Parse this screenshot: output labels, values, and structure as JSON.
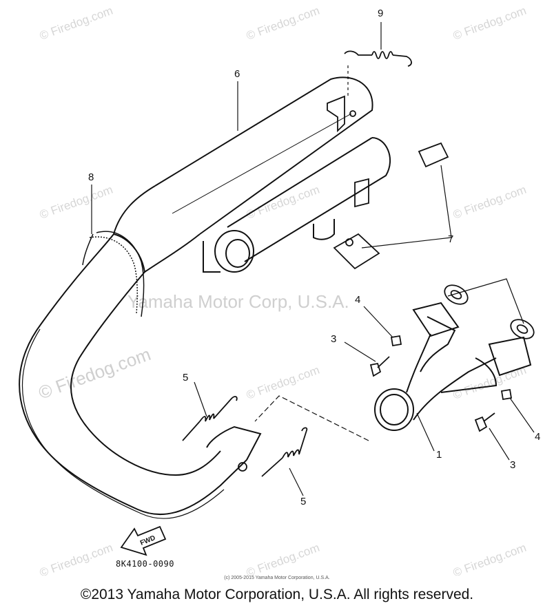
{
  "diagram": {
    "callouts": {
      "p1": "1",
      "p3a": "3",
      "p3b": "3",
      "p4a": "4",
      "p4b": "4",
      "p5a": "5",
      "p5b": "5",
      "p6": "6",
      "p7": "7",
      "p8": "8",
      "p9": "9"
    },
    "part_code": "8K4100-0090",
    "fwd_label": "FWD",
    "watermark": "© Firedog.com",
    "center_watermark": "Yamaha Motor Corp, U.S.A."
  },
  "footer": {
    "small_copyright": "(c) 2005-2015 Yamaha Motor Corporation, U.S.A.",
    "main_copyright": "©2013 Yamaha Motor Corporation, U.S.A. All rights reserved."
  }
}
